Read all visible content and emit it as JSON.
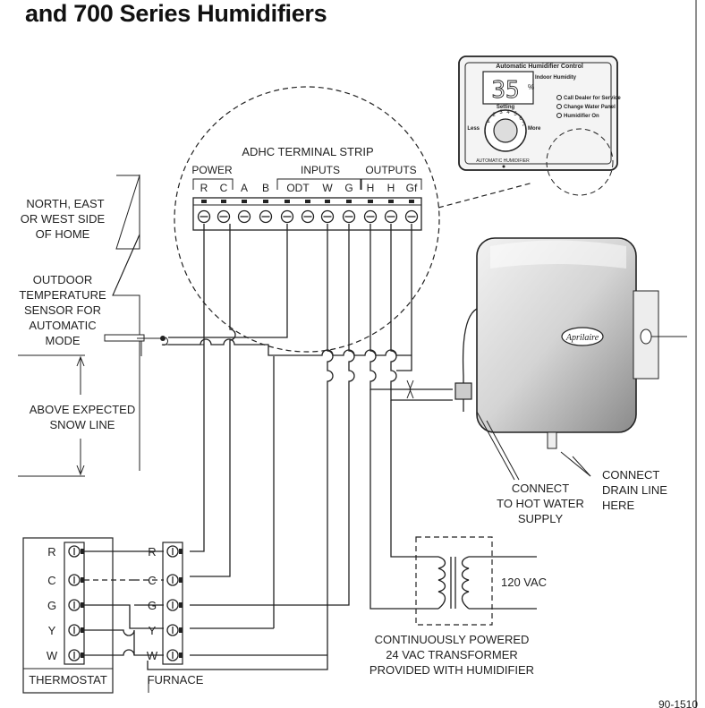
{
  "title": "and 700 Series Humidifiers",
  "terminal_strip": {
    "title": "ADHC TERMINAL STRIP",
    "groups": [
      "POWER",
      "INPUTS",
      "OUTPUTS"
    ],
    "terminals": [
      "R",
      "C",
      "A",
      "B",
      "ODT",
      "W",
      "G",
      "H",
      "H",
      "Gf"
    ]
  },
  "control_panel": {
    "title": "Automatic Humidifier Control",
    "display_value": "35",
    "display_unit": "%",
    "indoor_humidity_label": "Indoor Humidity",
    "indicators": [
      "Call Dealer for Service",
      "Change Water Panel",
      "Humidifier On"
    ],
    "dial_less": "Less",
    "dial_more": "More",
    "dial_top": "Setting",
    "dial_numbers": [
      "1",
      "2",
      "3",
      "4",
      "5",
      "6",
      "7"
    ],
    "brand_small": "AUTOMATIC HUMIDIFIER"
  },
  "labels": {
    "home_side": [
      "NORTH, EAST",
      "OR WEST SIDE",
      "OF HOME"
    ],
    "outdoor_sensor": [
      "OUTDOOR",
      "TEMPERATURE",
      "SENSOR FOR",
      "AUTOMATIC",
      "MODE"
    ],
    "snow_line": [
      "ABOVE EXPECTED",
      "SNOW LINE"
    ],
    "hot_water": [
      "CONNECT",
      "TO HOT WATER",
      "SUPPLY"
    ],
    "drain_line": [
      "CONNECT",
      "DRAIN LINE",
      "HERE"
    ],
    "voltage": "120 VAC",
    "transformer": [
      "CONTINUOUSLY POWERED",
      "24 VAC TRANSFORMER",
      "PROVIDED WITH HUMIDIFIER"
    ],
    "figure_number": "90-1510"
  },
  "humidifier": {
    "brand": "Aprilaire"
  },
  "thermostat": {
    "name": "THERMOSTAT",
    "terminals": [
      "R",
      "C",
      "G",
      "Y",
      "W"
    ]
  },
  "furnace": {
    "name": "FURNACE",
    "terminals": [
      "R",
      "C",
      "G",
      "Y",
      "W"
    ]
  },
  "colors": {
    "ink": "#222222",
    "panel": "#e8e8e8",
    "humidifier_body": "#d9d9d9"
  }
}
